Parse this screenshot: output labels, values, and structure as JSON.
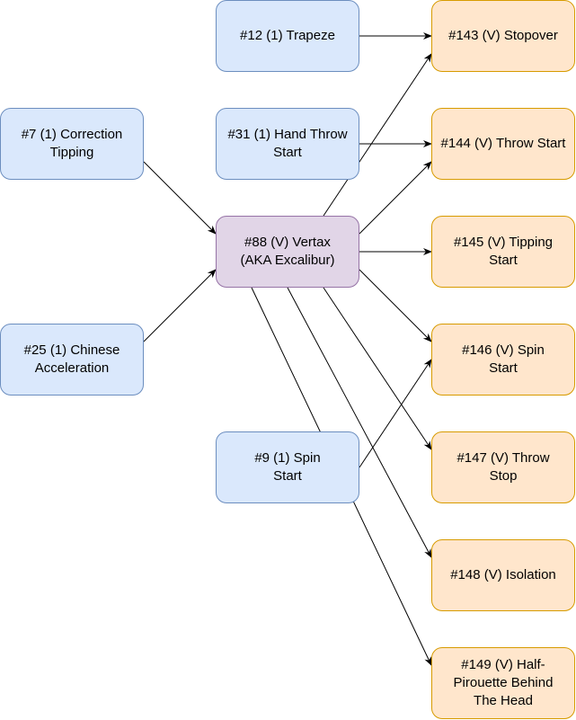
{
  "diagram": {
    "colors": {
      "source_fill": "#dae8fc",
      "source_stroke": "#6c8ebf",
      "hub_fill": "#e1d5e7",
      "hub_stroke": "#9673a6",
      "target_fill": "#ffe6cc",
      "target_stroke": "#d79b00",
      "edge": "#000000"
    },
    "nodes": {
      "n12": {
        "label": "#12 (1) Trapeze",
        "kind": "source"
      },
      "n7": {
        "label": "#7 (1) Correction\nTipping",
        "kind": "source"
      },
      "n31": {
        "label": "#31 (1) Hand Throw\nStart",
        "kind": "source"
      },
      "n25": {
        "label": "#25 (1) Chinese\nAcceleration",
        "kind": "source"
      },
      "n9": {
        "label": "#9 (1) Spin\nStart",
        "kind": "source"
      },
      "n88": {
        "label": "#88 (V) Vertax\n(AKA Excalibur)",
        "kind": "hub"
      },
      "n143": {
        "label": "#143 (V) Stopover",
        "kind": "target"
      },
      "n144": {
        "label": "#144 (V) Throw Start",
        "kind": "target"
      },
      "n145": {
        "label": "#145 (V) Tipping\nStart",
        "kind": "target"
      },
      "n146": {
        "label": "#146 (V) Spin\nStart",
        "kind": "target"
      },
      "n147": {
        "label": "#147 (V) Throw\nStop",
        "kind": "target"
      },
      "n148": {
        "label": "#148 (V) Isolation",
        "kind": "target"
      },
      "n149": {
        "label": "#149 (V) Half-\nPirouette Behind\nThe Head",
        "kind": "target"
      }
    },
    "edges": [
      {
        "from": "n12",
        "to": "n143"
      },
      {
        "from": "n31",
        "to": "n144"
      },
      {
        "from": "n7",
        "to": "n88"
      },
      {
        "from": "n25",
        "to": "n88"
      },
      {
        "from": "n88",
        "to": "n143"
      },
      {
        "from": "n88",
        "to": "n144"
      },
      {
        "from": "n88",
        "to": "n145"
      },
      {
        "from": "n88",
        "to": "n146"
      },
      {
        "from": "n88",
        "to": "n147"
      },
      {
        "from": "n88",
        "to": "n148"
      },
      {
        "from": "n88",
        "to": "n149"
      },
      {
        "from": "n9",
        "to": "n146"
      }
    ]
  }
}
